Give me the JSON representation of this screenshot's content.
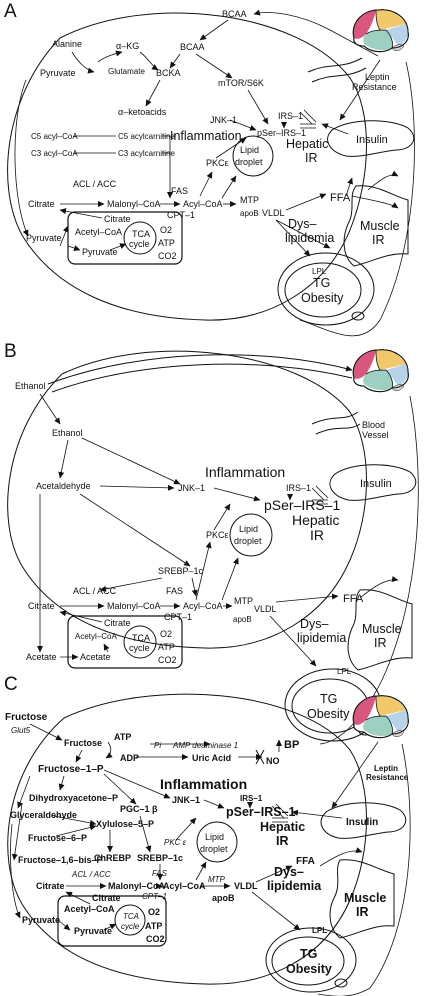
{
  "panels": {
    "a": {
      "letter": "A",
      "labels": {
        "bcaa_top": "BCAA",
        "alanine": "Alanine",
        "akg": "α–KG",
        "bcaa": "BCAA",
        "glutamate": "Glutamate",
        "pyruvate_top": "Pyruvate",
        "bcka": "BCKA",
        "mtor": "mTOR/S6K",
        "ketoacids": "α–ketoacids",
        "c5acylcoa": "C5 acyl–CoA",
        "c5acylcarn": "C5 acylcarnitine",
        "c3acylcoa": "C3 acyl–CoA",
        "c3acylcarn": "C3 acylcarnitine",
        "jnk": "JNK–1",
        "irs": "IRS–1",
        "pser": "pSer–IRS–1",
        "inflammation": "Inflammation",
        "lipid": "Lipid",
        "droplet": "droplet",
        "pkc": "PKCε",
        "hepatic": "Hepatic",
        "ir": "IR",
        "insulin": "Insulin",
        "acl": "ACL / ACC",
        "fas": "FAS",
        "citrate": "Citrate",
        "malonyl": "Malonyl–CoA",
        "acylcoa": "Acyl–CoA",
        "mtp": "MTP",
        "cpt": "CPT–1",
        "vldl": "VLDL",
        "apob": "apoB",
        "ffa": "FFA",
        "citrate_in": "Citrate",
        "acetyl": "Acetyl–CoA",
        "tca": "TCA",
        "cycle": "cycle",
        "o2": "O2",
        "atp": "ATP",
        "co2": "CO2",
        "pyruvate": "Pyruvate",
        "pyruvate_in": "Pyruvate",
        "dys": "Dys–",
        "lipidemia": "lipidemia",
        "muscle": "Muscle",
        "muscle_ir": "IR",
        "lpl": "LPL",
        "tg": "TG",
        "obesity": "Obesity",
        "leptin": "Leptin",
        "resistance": "Resistance"
      }
    },
    "b": {
      "letter": "B",
      "labels": {
        "ethanol_top": "Ethanol",
        "ethanol": "Ethanol",
        "blood": "Blood",
        "vessel": "Vessel",
        "acetaldehyde": "Acetaldehyde",
        "inflammation": "Inflammation",
        "jnk": "JNK–1",
        "irs": "IRS–1",
        "pser": "pSer–IRS–1",
        "hepatic": "Hepatic",
        "ir": "IR",
        "insulin": "Insulin",
        "lipid": "Lipid",
        "droplet": "droplet",
        "pkc": "PKCε",
        "srebp": "SREBP–1c",
        "acl": "ACL / ACC",
        "fas": "FAS",
        "citrate": "Citrate",
        "malonyl": "Malonyl–CoA",
        "acylcoa": "Acyl–CoA",
        "ffa": "FFA",
        "mtp": "MTP",
        "cpt": "CPT–1",
        "vldl": "VLDL",
        "apob": "apoB",
        "citrate_in": "Citrate",
        "acetyl": "Acetyl–CoA",
        "tca": "TCA",
        "cycle": "cycle",
        "o2": "O2",
        "atp": "ATP",
        "co2": "CO2",
        "acetate": "Acetate",
        "acetate_in": "Acetate",
        "dys": "Dys–",
        "lipidemia": "lipidemia",
        "muscle": "Muscle",
        "muscle_ir": "IR",
        "lpl": "LPL",
        "tg": "TG",
        "obesity": "Obesity"
      }
    },
    "c": {
      "letter": "C",
      "labels": {
        "fructose_top": "Fructose",
        "glut5": "Glut5",
        "fructose": "Fructose",
        "atp_top": "ATP",
        "adp": "ADP",
        "pi": "Pi",
        "ampdeam": "AMP deaminase 1",
        "uric": "Uric Acid",
        "no": "NO",
        "bp": "BP",
        "leptin": "Leptin",
        "resistance": "Resistance",
        "f1p": "Fructose–1–P",
        "inflammation": "Inflammation",
        "dhap": "Dihydroxyacetone–P",
        "jnk": "JNK–1",
        "irs": "IRS–1",
        "pgc": "PGC–1 β",
        "pser": "pSer–IRS–1",
        "glyceraldehyde": "Glyceraldehyde",
        "hepatic": "Hepatic",
        "ir": "IR",
        "insulin": "Insulin",
        "x5p": "Xylulose–5–P",
        "f6p": "Fructose–6–P",
        "pkc": "PKC ε",
        "lipid": "Lipid",
        "droplet": "droplet",
        "chrebp": "ChREBP",
        "srebp": "SREBP–1c",
        "f16bp": "Fructose–1,6–bis–P",
        "ffa": "FFA",
        "acl": "ACL / ACC",
        "fas": "FAS",
        "citrate": "Citrate",
        "malonyl": "Malonyl–CoA",
        "acylcoa": "Acyl–CoA",
        "mtp": "MTP",
        "vldl": "VLDL",
        "cpt": "CPT–1",
        "apob": "apoB",
        "citrate_in": "Citrate",
        "acetyl": "Acetyl–CoA",
        "tca": "TCA",
        "cycle": "cycle",
        "o2": "O2",
        "atp": "ATP",
        "co2": "CO2",
        "pyruvate": "Pyruvate",
        "pyruvate_in": "Pyruvate",
        "dys": "Dys–",
        "lipidemia": "lipidemia",
        "muscle": "Muscle",
        "muscle_ir": "IR",
        "lpl": "LPL",
        "tg": "TG",
        "obesity": "Obesity"
      }
    }
  },
  "colors": {
    "ink": "#111111",
    "brain_frontal": "#d9577f",
    "brain_parietal": "#f2c96a",
    "brain_occipital": "#b6d3ea",
    "brain_temporal": "#9ed0c2",
    "brain_cerebellum": "#d6d6d6"
  }
}
